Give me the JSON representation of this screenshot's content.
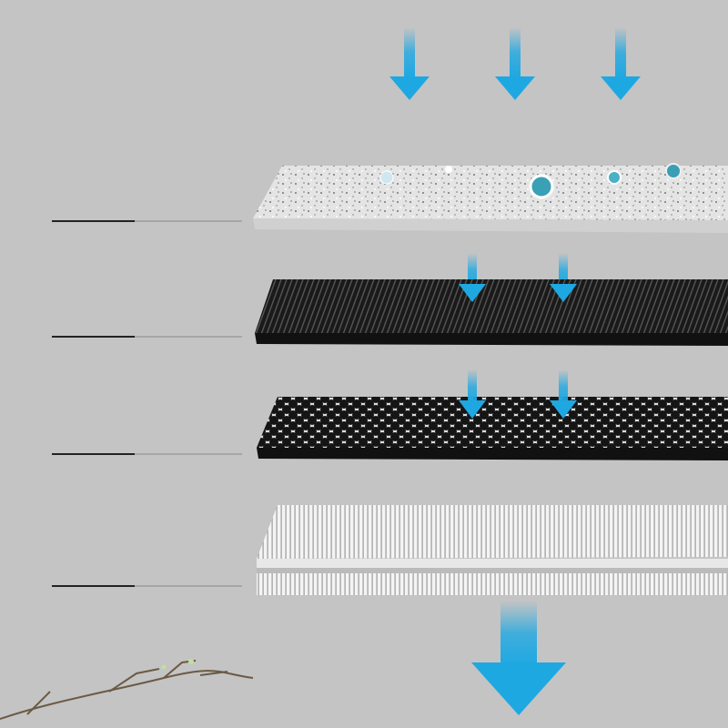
{
  "colors": {
    "background": "#c4c4c4",
    "arrow": "#1ea8e2",
    "prefilter": "#e6e6e6",
    "carbon_mesh": "#1a1a1a",
    "honeycomb": "#141414",
    "hepa": "#f2f2f2"
  },
  "layers": [
    {
      "id": "pre-filter"
    },
    {
      "id": "carbon-mesh"
    },
    {
      "id": "honeycomb-carbon"
    },
    {
      "id": "hepa"
    }
  ]
}
